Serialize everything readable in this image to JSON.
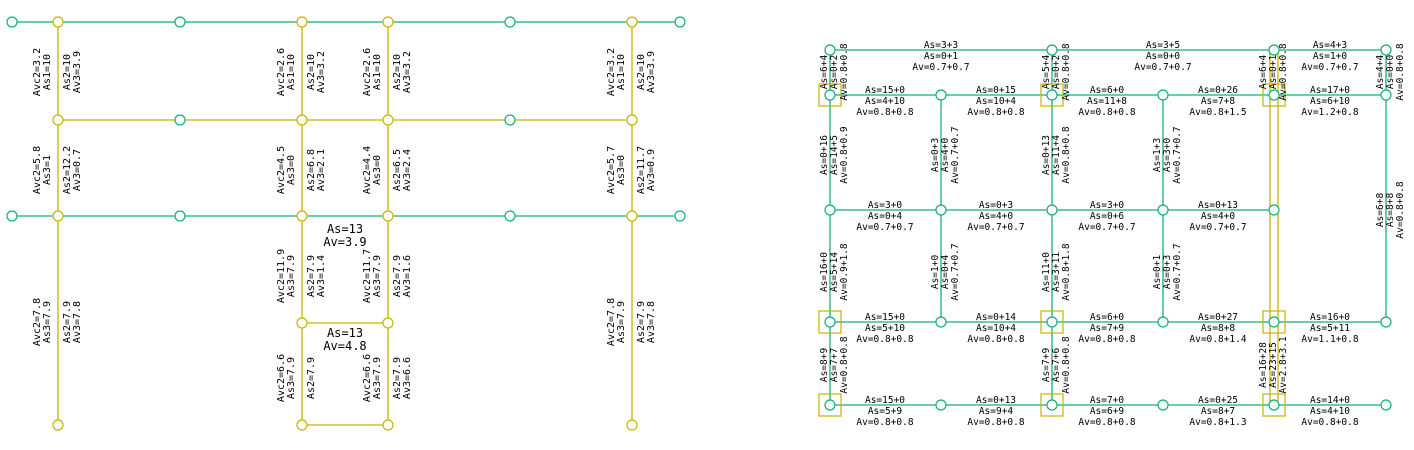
{
  "colors": {
    "green": "#11b07a",
    "yellow": "#c8b400",
    "text": "#000000",
    "background": "#ffffff"
  },
  "left": {
    "top_labels": [
      {
        "a": "Avc2=3.2",
        "b": "As1=10"
      },
      {
        "a": "As2=10",
        "b": "Av3=3.9"
      },
      {
        "a": "Avc2=2.6",
        "b": "As1=10"
      },
      {
        "a": "As2=10",
        "b": "Av3=3.2"
      },
      {
        "a": "Avc2=2.6",
        "b": "As1=10"
      },
      {
        "a": "As2=10",
        "b": "Av3=3.2"
      },
      {
        "a": "Avc2=3.2",
        "b": "As1=10"
      },
      {
        "a": "As2=10",
        "b": "Av3=3.9"
      }
    ],
    "mid_labels": [
      {
        "a": "Avc2=5.8",
        "b": "As3=1"
      },
      {
        "a": "As2=12.2",
        "b": "Av3=0.7"
      },
      {
        "a": "Avc2=4.5",
        "b": "As3=0"
      },
      {
        "a": "As2=6.8",
        "b": "Av3=2.1"
      },
      {
        "a": "Avc2=4.4",
        "b": "As3=0"
      },
      {
        "a": "As2=6.5",
        "b": "Av3=2.4"
      },
      {
        "a": "Avc2=5.7",
        "b": "As3=0"
      },
      {
        "a": "As2=11.7",
        "b": "Av3=0.9"
      }
    ],
    "low_labels": [
      {
        "a": "Avc2=11.9",
        "b": "As3=7.9"
      },
      {
        "a": "As2=7.9",
        "b": "Av3=1.4"
      },
      {
        "a": "Avc2=11.7",
        "b": "As3=7.9"
      },
      {
        "a": "As2=7.9",
        "b": "Av3=1.6"
      }
    ],
    "side_low_labels": [
      {
        "a": "Avc2=7.8",
        "b": "As3=7.9"
      },
      {
        "a": "As2=7.9",
        "b": "Av3=7.8"
      },
      {
        "a": "Avc2=7.8",
        "b": "As3=7.9"
      },
      {
        "a": "As2=7.9",
        "b": "Av3=7.8"
      }
    ],
    "bottom_labels": [
      {
        "a": "Avc2=6.6",
        "b": "As3=7.9"
      },
      {
        "a": "As2=7.9",
        "b": ""
      },
      {
        "a": "Avc2=6.6",
        "b": "As3=7.9"
      },
      {
        "a": "As2=7.9",
        "b": "Av3=6.6"
      }
    ],
    "beam1": {
      "as": "As=13",
      "av": "Av=3.9"
    },
    "beam2": {
      "as": "As=13",
      "av": "Av=4.8"
    }
  },
  "right": {
    "top": [
      {
        "l1": "As=3+3",
        "l2": "As=0+1",
        "l3": "Av=0.7+0.7"
      },
      {
        "l1": "As=3+5",
        "l2": "As=0+0",
        "l3": "Av=0.7+0.7"
      },
      {
        "l1": "As=4+3",
        "l2": "As=1+0",
        "l3": "Av=0.7+0.7"
      }
    ],
    "row1": [
      {
        "l1": "As=15+0",
        "l2": "As=4+10",
        "l3": "Av=0.8+0.8"
      },
      {
        "l1": "As=0+15",
        "l2": "As=10+4",
        "l3": "Av=0.8+0.8"
      },
      {
        "l1": "As=6+0",
        "l2": "As=11+8",
        "l3": "Av=0.8+0.8"
      },
      {
        "l1": "As=0+26",
        "l2": "As=7+8",
        "l3": "Av=0.8+1.5"
      },
      {
        "l1": "As=17+0",
        "l2": "As=6+10",
        "l3": "Av=1.2+0.8"
      }
    ],
    "row2": [
      {
        "l1": "As=3+0",
        "l2": "As=0+4",
        "l3": "Av=0.7+0.7"
      },
      {
        "l1": "As=0+3",
        "l2": "As=4+0",
        "l3": "Av=0.7+0.7"
      },
      {
        "l1": "As=3+0",
        "l2": "As=0+6",
        "l3": "Av=0.7+0.7"
      },
      {
        "l1": "As=0+13",
        "l2": "As=4+0",
        "l3": "Av=0.7+0.7"
      }
    ],
    "row3": [
      {
        "l1": "As=15+0",
        "l2": "As=5+10",
        "l3": "Av=0.8+0.8"
      },
      {
        "l1": "As=0+14",
        "l2": "As=10+4",
        "l3": "Av=0.8+0.8"
      },
      {
        "l1": "As=6+0",
        "l2": "As=7+9",
        "l3": "Av=0.8+0.8"
      },
      {
        "l1": "As=0+27",
        "l2": "As=8+8",
        "l3": "Av=0.8+1.4"
      },
      {
        "l1": "As=16+0",
        "l2": "As=5+11",
        "l3": "Av=1.1+0.8"
      }
    ],
    "row4": [
      {
        "l1": "As=15+0",
        "l2": "As=5+9",
        "l3": "Av=0.8+0.8"
      },
      {
        "l1": "As=0+13",
        "l2": "As=9+4",
        "l3": "Av=0.8+0.8"
      },
      {
        "l1": "As=7+0",
        "l2": "As=6+9",
        "l3": "Av=0.8+0.8"
      },
      {
        "l1": "As=0+25",
        "l2": "As=8+7",
        "l3": "Av=0.8+1.3"
      },
      {
        "l1": "As=14+0",
        "l2": "As=4+10",
        "l3": "Av=0.8+0.8"
      }
    ],
    "vert_top": [
      {
        "l1": "As=6+4",
        "l2": "As=0+2",
        "l3": "Av=0.8+0.8"
      },
      {
        "l1": "As=5+4",
        "l2": "As=0+2",
        "l3": "Av=0.8+0.8"
      },
      {
        "l1": "As=6+4",
        "l2": "As=0+1",
        "l3": "Av=0.8+0.8"
      },
      {
        "l1": "As=4+4",
        "l2": "As=0+0",
        "l3": "Av=0.8+0.8"
      }
    ],
    "vert_mid": [
      {
        "l1": "As=0+16",
        "l2": "As=14+5",
        "l3": "Av=0.8+0.9"
      },
      {
        "l1": "As=0+3",
        "l2": "As=4+0",
        "l3": "Av=0.7+0.7"
      },
      {
        "l1": "As=0+13",
        "l2": "As=11+4",
        "l3": "Av=0.8+0.8"
      },
      {
        "l1": "As=1+3",
        "l2": "As=3+0",
        "l3": "Av=0.7+0.7"
      },
      {
        "l1": "As=6+8",
        "l2": "As=8+8",
        "l3": "Av=0.8+0.8"
      }
    ],
    "vert_low": [
      {
        "l1": "As=16+0",
        "l2": "As=5+14",
        "l3": "Av=0.9+1.8"
      },
      {
        "l1": "As=1+0",
        "l2": "As=0+4",
        "l3": "Av=0.7+0.7"
      },
      {
        "l1": "As=11+0",
        "l2": "As=3+11",
        "l3": "Av=0.8+1.8"
      },
      {
        "l1": "As=0+1",
        "l2": "As=0+3",
        "l3": "Av=0.7+0.7"
      }
    ],
    "vert_bot": [
      {
        "l1": "As=8+9",
        "l2": "As=7+7",
        "l3": "Av=0.8+0.8"
      },
      {
        "l1": "As=7+9",
        "l2": "As=7+6",
        "l3": "Av=0.8+0.8"
      },
      {
        "l1": "As=16+28",
        "l2": "As=23+15",
        "l3": "Av=2.8+3.1"
      }
    ]
  }
}
